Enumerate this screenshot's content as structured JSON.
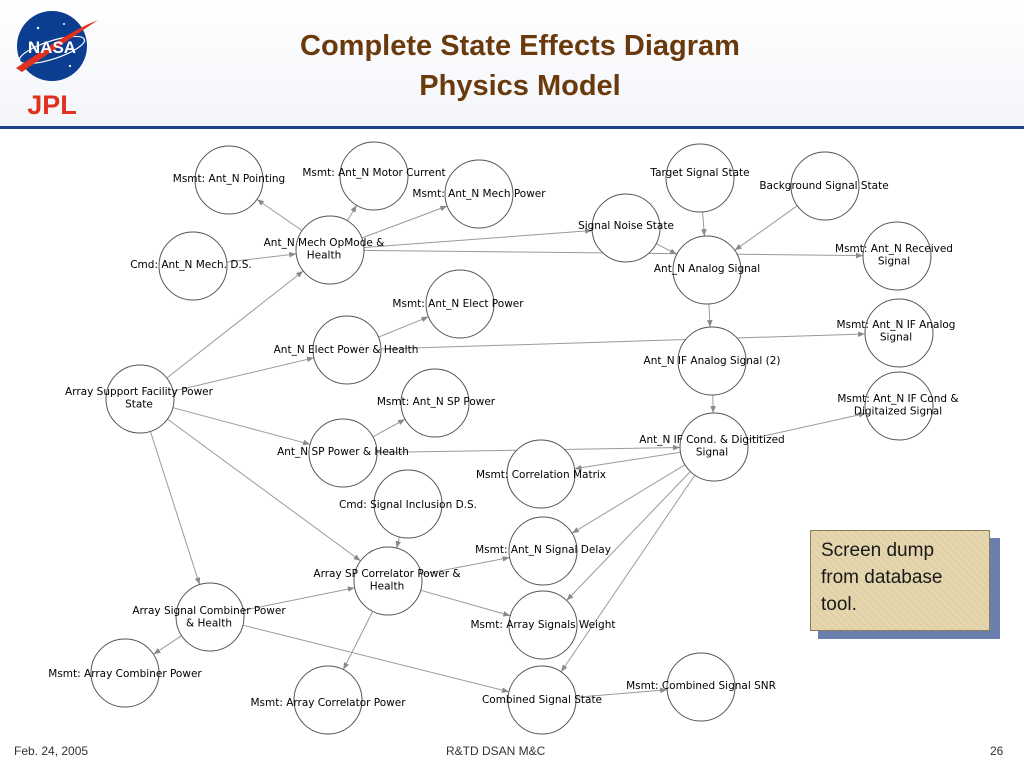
{
  "header": {
    "title_line1": "Complete State Effects Diagram",
    "title_line2": "Physics Model",
    "logo_nasa_text": "NASA",
    "logo_jpl_text": "JPL"
  },
  "colors": {
    "title": "#6b3a0c",
    "header_rule": "#1f3f8f",
    "nasa_blue": "#0b3d91",
    "jpl_red": "#e03020",
    "note_fill": "#e5d6ae",
    "note_shadow": "#6a7fae"
  },
  "diagram": {
    "nodes": [
      {
        "id": "n1",
        "label": "Msmt: Ant_N Pointing"
      },
      {
        "id": "n2",
        "label": "Msmt: Ant_N Motor Current"
      },
      {
        "id": "n3",
        "label": "Msmt: Ant_N Mech Power"
      },
      {
        "id": "n4",
        "label": "Cmd: Ant_N Mech. D.S."
      },
      {
        "id": "n5",
        "label": "Ant_N Mech OpMode & Health"
      },
      {
        "id": "n6",
        "label": "Msmt: Ant_N Elect Power"
      },
      {
        "id": "n7",
        "label": "Ant_N Elect Power & Health"
      },
      {
        "id": "n8",
        "label": "Array Support Facility Power State"
      },
      {
        "id": "n9",
        "label": "Msmt: Ant_N SP Power"
      },
      {
        "id": "n10",
        "label": "Ant_N SP Power & Health"
      },
      {
        "id": "n11",
        "label": "Cmd: Signal Inclusion D.S."
      },
      {
        "id": "n12",
        "label": "Msmt: Correlation Matrix"
      },
      {
        "id": "n13",
        "label": "Array SP Correlator Power & Health"
      },
      {
        "id": "n14",
        "label": "Msmt: Ant_N Signal Delay"
      },
      {
        "id": "n15",
        "label": "Array Signal Combiner Power & Health"
      },
      {
        "id": "n16",
        "label": "Msmt: Array Signals Weight"
      },
      {
        "id": "n17",
        "label": "Msmt: Array Combiner Power"
      },
      {
        "id": "n18",
        "label": "Msmt: Array Correlator Power"
      },
      {
        "id": "n19",
        "label": "Combined Signal State"
      },
      {
        "id": "n20",
        "label": "Msmt: Combined Signal SNR"
      },
      {
        "id": "n21",
        "label": "Target Signal State"
      },
      {
        "id": "n22",
        "label": "Background Signal State"
      },
      {
        "id": "n23",
        "label": "Signal Noise State"
      },
      {
        "id": "n24",
        "label": "Ant_N Analog Signal"
      },
      {
        "id": "n25",
        "label": "Msmt: Ant_N Received Signal"
      },
      {
        "id": "n26",
        "label": "Ant_N IF Analog Signal (2)"
      },
      {
        "id": "n27",
        "label": "Msmt: Ant_N IF Analog Signal"
      },
      {
        "id": "n28",
        "label": "Ant_N IF Cond. & Digititized Signal"
      },
      {
        "id": "n29",
        "label": "Msmt: Ant_N IF Cond & Digitaized Signal"
      }
    ]
  },
  "note": {
    "line1": "Screen dump",
    "line2": "from database",
    "line3": "tool."
  },
  "footer": {
    "date": "Feb. 24, 2005",
    "center": "R&TD DSAN M&C",
    "page": "26"
  }
}
